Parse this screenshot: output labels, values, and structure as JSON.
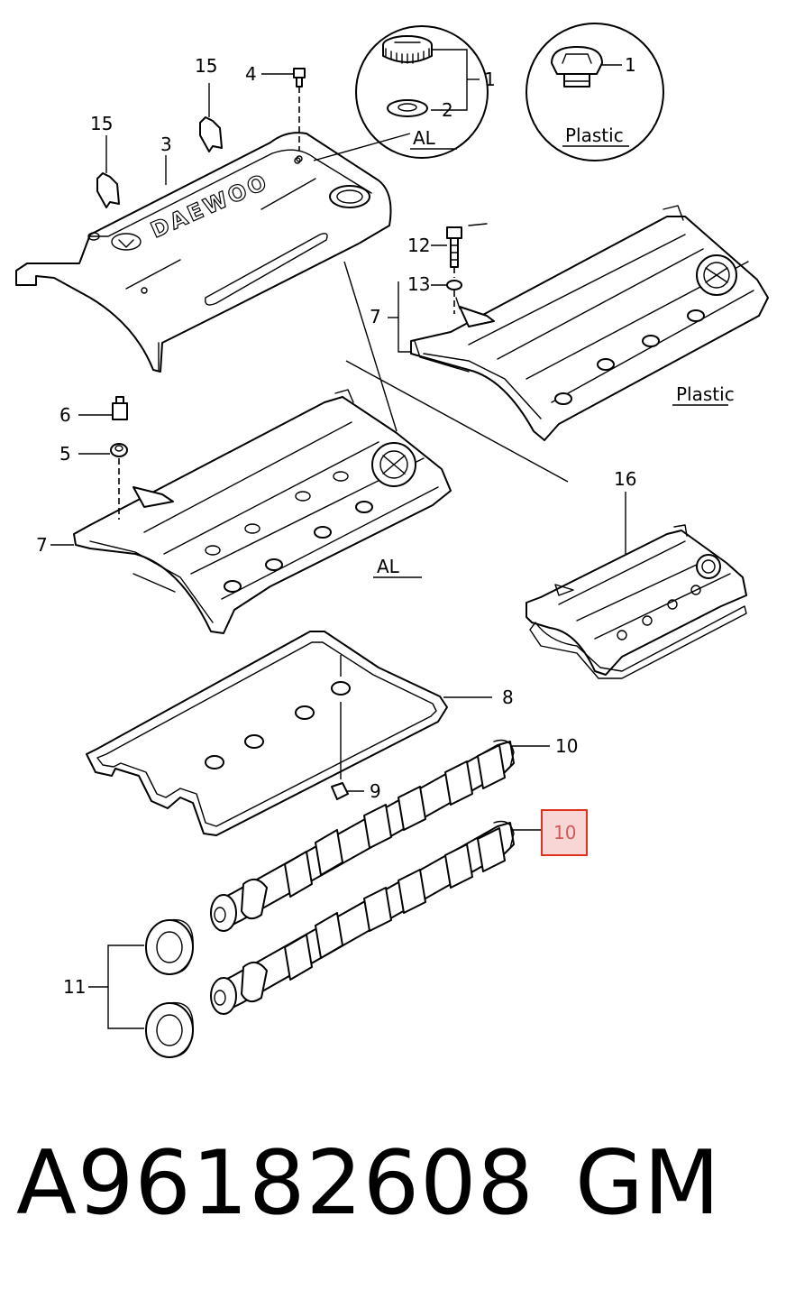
{
  "callouts": {
    "c1a": "1",
    "c1b": "1",
    "c2": "2",
    "c3": "3",
    "c4": "4",
    "c5": "5",
    "c6": "6",
    "c7a": "7",
    "c7b": "7",
    "c8": "8",
    "c9": "9",
    "c10a": "10",
    "c10b": "10",
    "c11": "11",
    "c12": "12",
    "c13": "13",
    "c15a": "15",
    "c15b": "15",
    "c16": "16"
  },
  "variants": {
    "al_cap": "AL",
    "plastic_cap": "Plastic",
    "plastic_cover": "Plastic",
    "al_cover": "AL"
  },
  "cover_logo": "DAEWOO",
  "highlight": {
    "callout": "10",
    "color": "#e0301e",
    "fill": "#f8d6d6"
  },
  "footer": {
    "part_number": "A96182608",
    "brand": "GM"
  }
}
